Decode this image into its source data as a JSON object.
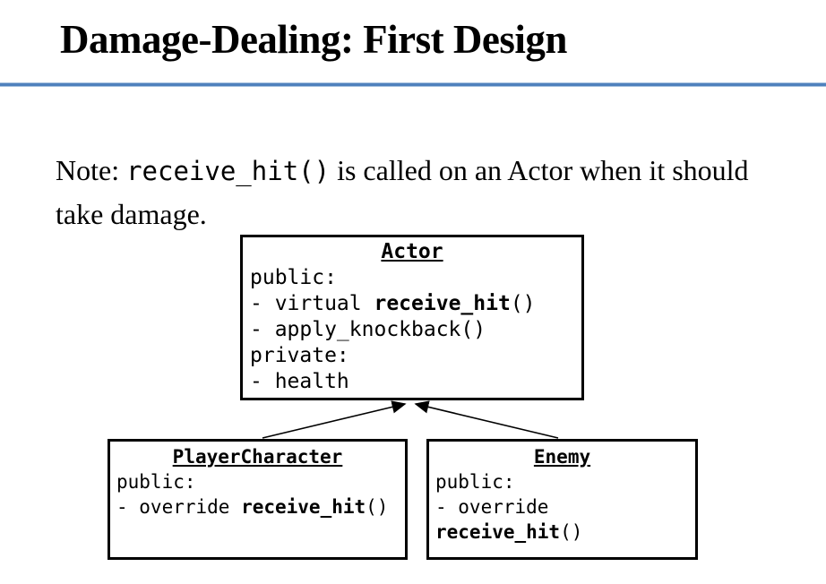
{
  "page": {
    "title": "Damage-Dealing: First Design"
  },
  "colors": {
    "divider": "#4f81bd",
    "divider_edge": "#a6c1de",
    "text": "#000000",
    "box_border": "#000000"
  },
  "note": {
    "pre": "Note: ",
    "code": "receive_hit()",
    "post": " is called on an Actor when it should take damage."
  },
  "diagram": {
    "actor": {
      "title": "Actor",
      "l1": "public:",
      "l2_pre": "- virtual ",
      "l2_bold": "receive_hit",
      "l2_post": "()",
      "l3": "- apply_knockback()",
      "l4": "private:",
      "l5": "- health"
    },
    "player": {
      "title": "PlayerCharacter",
      "l1": "public:",
      "l2_pre": "- override ",
      "l2_bold": "receive_hit",
      "l2_post": "()"
    },
    "enemy": {
      "title": "Enemy",
      "l1": "public:",
      "l2": "- override",
      "l3_bold": "receive_hit",
      "l3_post": "()"
    }
  }
}
